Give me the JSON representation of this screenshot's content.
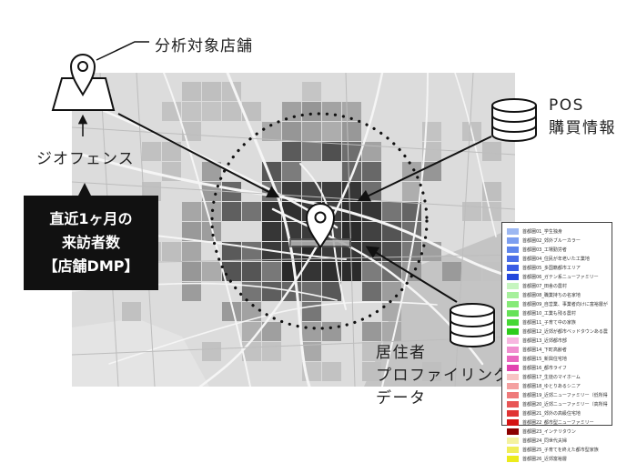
{
  "labels": {
    "target_store": "分析対象店舗",
    "geofence": "ジオフェンス",
    "pos_line1": "POS",
    "pos_line2": "購買情報",
    "resident_line1": "居住者",
    "resident_line2": "プロファイリング",
    "resident_line3": "データ"
  },
  "callout": {
    "line1": "直近1ヶ月の",
    "line2": "来訪者数",
    "line3": "【店舗DMP】"
  },
  "legend": {
    "items": [
      {
        "color": "#9db8f2",
        "text": "首都圏01_学生独身"
      },
      {
        "color": "#7d9ff0",
        "text": "首都圏02_郊外ブルーカラー"
      },
      {
        "color": "#5f86ec",
        "text": "首都圏03_工場勤労者"
      },
      {
        "color": "#4a6ee8",
        "text": "首都圏04_住民が年老いた工業地"
      },
      {
        "color": "#3a5ce4",
        "text": "首都圏05_多国籍都市エリア"
      },
      {
        "color": "#2447dc",
        "text": "首都圏06_ガテン系ニューファミリー"
      },
      {
        "color": "#c6f5c0",
        "text": "首都圏07_田舎の農村"
      },
      {
        "color": "#a6f09c",
        "text": "首都圏08_職業持ちの名家地"
      },
      {
        "color": "#86ea78",
        "text": "首都圏09_自営業、事業者向けに富裕層が住む"
      },
      {
        "color": "#66e257",
        "text": "首都圏10_工業も残る農村"
      },
      {
        "color": "#46d835",
        "text": "首都圏11_子育て中の家族"
      },
      {
        "color": "#2ecc1c",
        "text": "首都圏12_近郊が都市ベッドタウンある農村"
      },
      {
        "color": "#f7b6e0",
        "text": "首都圏13_近郊都市部"
      },
      {
        "color": "#f18fd0",
        "text": "首都圏14_下町高齢者"
      },
      {
        "color": "#ea68c0",
        "text": "首都圏15_新興住宅地"
      },
      {
        "color": "#e243b0",
        "text": "首都圏16_都市ライフ"
      },
      {
        "color": "#f8c4c4",
        "text": "首都圏17_生徒のマイホーム"
      },
      {
        "color": "#f4a0a0",
        "text": "首都圏18_ゆとりあるシニア"
      },
      {
        "color": "#ef7a7a",
        "text": "首都圏19_近郊ニューファミリー（低所得）"
      },
      {
        "color": "#e85656",
        "text": "首都圏20_近郊ニューファミリー（高所得）"
      },
      {
        "color": "#e03434",
        "text": "首都圏21_郊外の高級住宅地"
      },
      {
        "color": "#d41414",
        "text": "首都圏22_都市型ニューファミリー"
      },
      {
        "color": "#8b0000",
        "text": "首都圏23_インテリタウン"
      },
      {
        "color": "#f4f2a0",
        "text": "首都圏24_同世代夫婦"
      },
      {
        "color": "#f0ee5a",
        "text": "首都圏25_子育てを終えた都市型家族"
      },
      {
        "color": "#eceb1c",
        "text": "首都圏26_近郊富裕層"
      }
    ]
  },
  "colors": {
    "callout_bg": "#111111",
    "dark_cell": "#2e2e2e",
    "map_bg": "#dcdcdc"
  }
}
